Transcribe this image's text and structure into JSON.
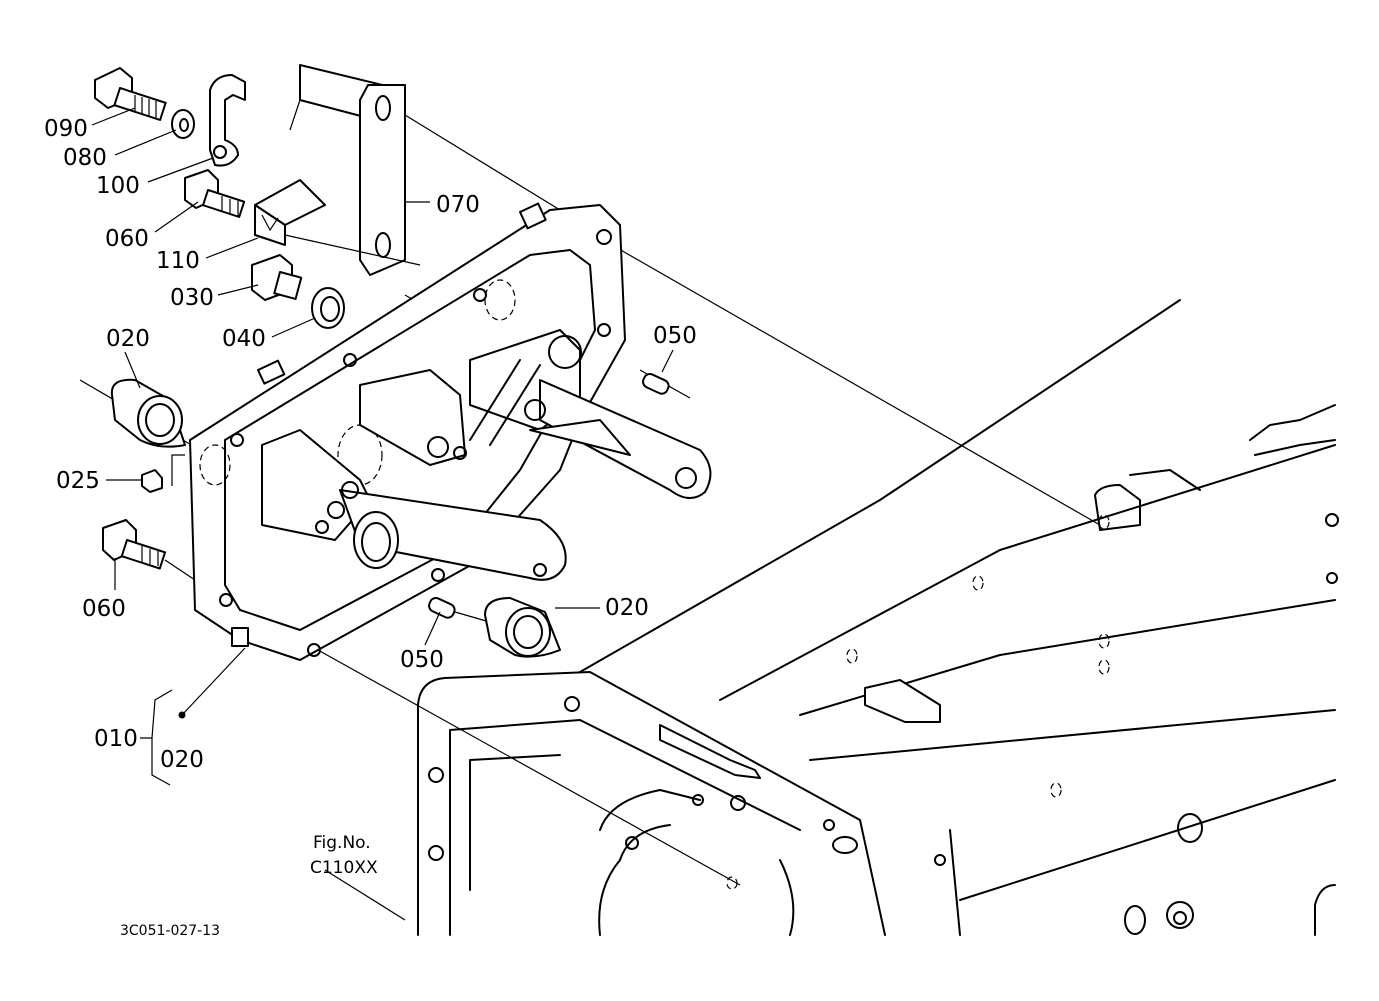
{
  "parts": {
    "p090": "090",
    "p080": "080",
    "p100": "100",
    "p060a": "060",
    "p110": "110",
    "p070": "070",
    "p030": "030",
    "p040": "040",
    "p050a": "050",
    "p020a": "020",
    "p025": "025",
    "p060b": "060",
    "p020b": "020",
    "p050b": "050",
    "p010": "010",
    "p020c": "020"
  },
  "fig": {
    "line1": "Fig.No.",
    "line2": "C110XX"
  },
  "drawing_code": "3C051-027-13"
}
